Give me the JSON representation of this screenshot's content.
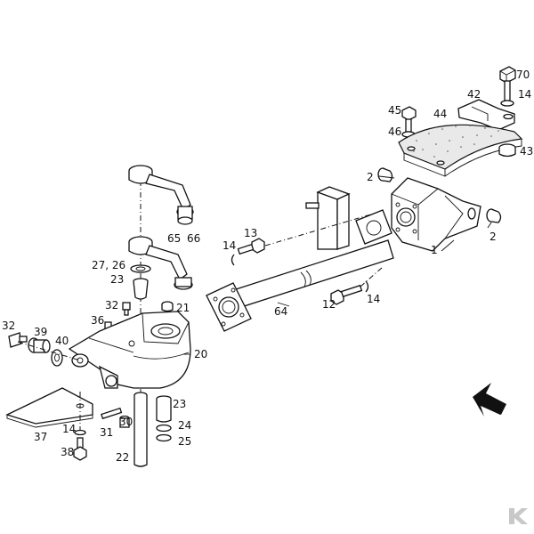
{
  "callouts": [
    {
      "id": "c70",
      "text": "70"
    },
    {
      "id": "c42",
      "text": "42"
    },
    {
      "id": "c14a",
      "text": "14"
    },
    {
      "id": "c45",
      "text": "45"
    },
    {
      "id": "c44",
      "text": "44"
    },
    {
      "id": "c46",
      "text": "46"
    },
    {
      "id": "c43",
      "text": "43"
    },
    {
      "id": "c2a",
      "text": "2"
    },
    {
      "id": "c2b",
      "text": "2"
    },
    {
      "id": "c1",
      "text": "1"
    },
    {
      "id": "c13",
      "text": "13"
    },
    {
      "id": "c14b",
      "text": "14"
    },
    {
      "id": "c66",
      "text": "66"
    },
    {
      "id": "c65",
      "text": "65"
    },
    {
      "id": "c2726",
      "text": "27, 26"
    },
    {
      "id": "c23a",
      "text": "23"
    },
    {
      "id": "c32a",
      "text": "32"
    },
    {
      "id": "c21",
      "text": "21"
    },
    {
      "id": "c36",
      "text": "36"
    },
    {
      "id": "c32b",
      "text": "32"
    },
    {
      "id": "c39",
      "text": "39"
    },
    {
      "id": "c40",
      "text": "40"
    },
    {
      "id": "c20",
      "text": "20"
    },
    {
      "id": "c64",
      "text": "64"
    },
    {
      "id": "c12",
      "text": "12"
    },
    {
      "id": "c14c",
      "text": "14"
    },
    {
      "id": "c37",
      "text": "37"
    },
    {
      "id": "c14d",
      "text": "14"
    },
    {
      "id": "c38",
      "text": "38"
    },
    {
      "id": "c31",
      "text": "31"
    },
    {
      "id": "c30",
      "text": "30"
    },
    {
      "id": "c23b",
      "text": "23"
    },
    {
      "id": "c24",
      "text": "24"
    },
    {
      "id": "c25",
      "text": "25"
    },
    {
      "id": "c22",
      "text": "22"
    }
  ]
}
